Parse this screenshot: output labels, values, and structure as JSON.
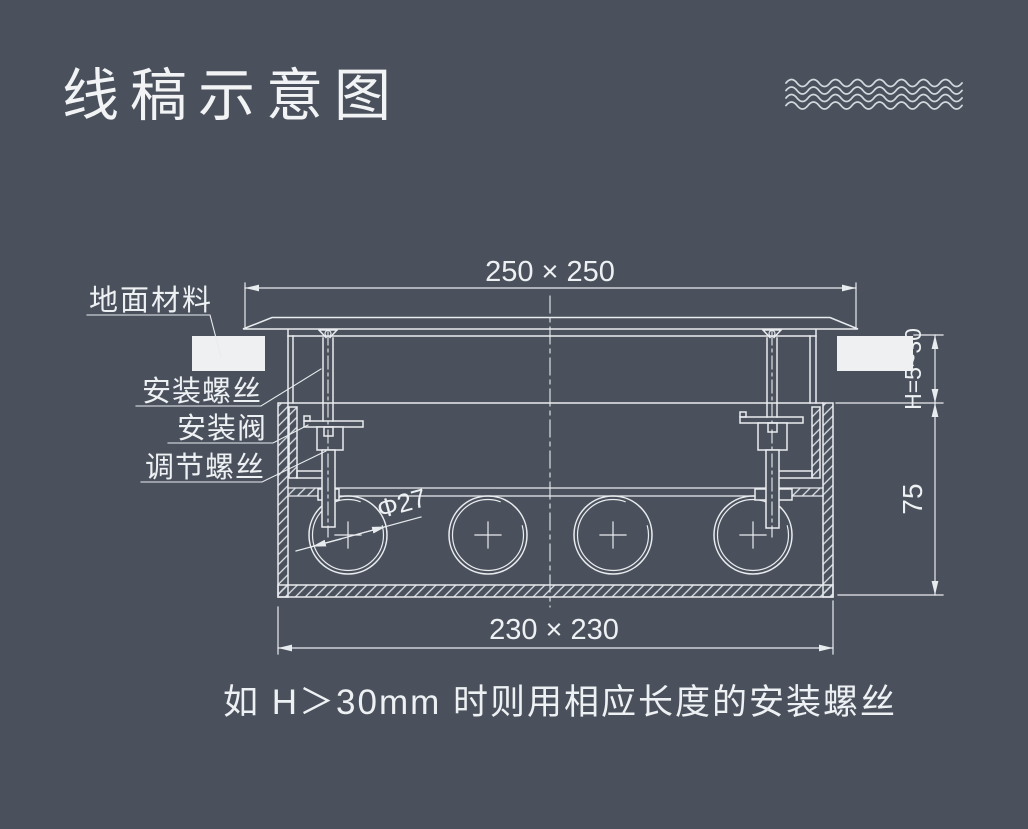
{
  "page": {
    "background_color": "#4a515c",
    "line_color": "#e9ecef",
    "fill_white": "#eef0f1"
  },
  "header": {
    "title": "线稿示意图"
  },
  "drawing": {
    "callouts": [
      {
        "id": "floor-material",
        "label": "地面材料"
      },
      {
        "id": "mounting-screw",
        "label": "安装螺丝"
      },
      {
        "id": "mounting-valve",
        "label": "安装阀"
      },
      {
        "id": "adjustment-screw",
        "label": "调节螺丝"
      }
    ],
    "dimensions": {
      "top_width": "250 × 250",
      "bottom_width": "230 × 230",
      "floor_height": "H=5~30",
      "box_depth": "75",
      "hole_diameter": "Φ27"
    }
  },
  "footnote": "如 H＞30mm 时则用相应长度的安装螺丝"
}
